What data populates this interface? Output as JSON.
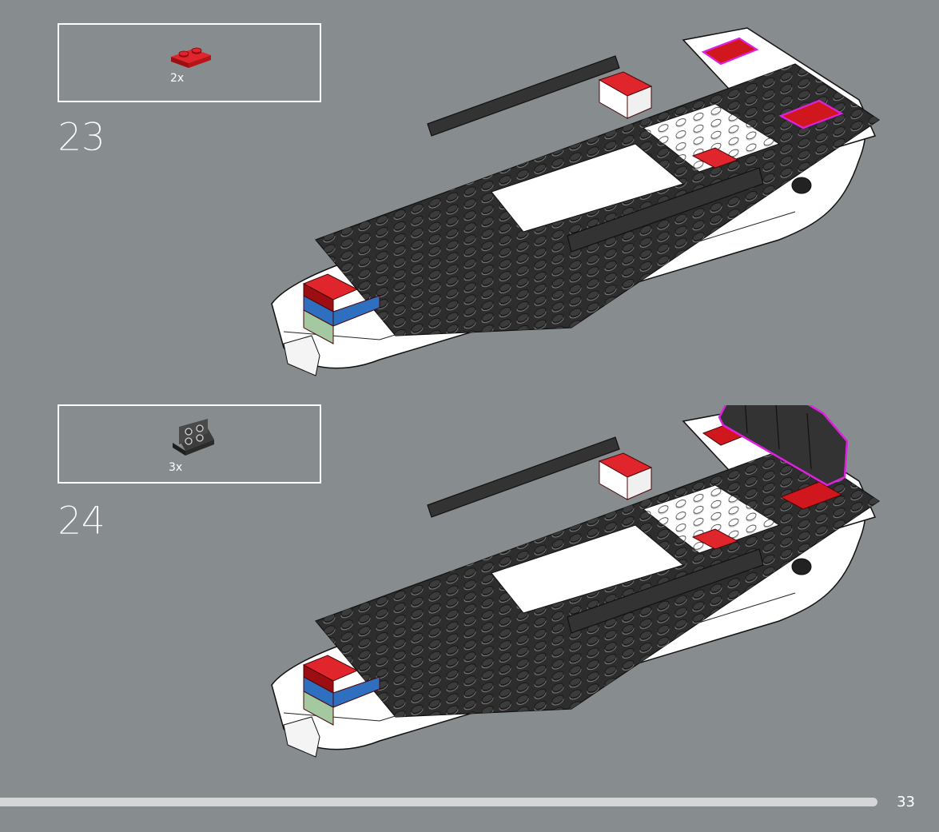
{
  "steps": [
    {
      "number": "23",
      "parts": [
        {
          "name": "red-plate-1x2",
          "quantity": "2x",
          "color": "#c8141b"
        }
      ]
    },
    {
      "number": "24",
      "parts": [
        {
          "name": "dark-grey-bracket-1x2-2x2",
          "quantity": "3x",
          "color": "#3a3a3a"
        }
      ]
    }
  ],
  "colors": {
    "background": "#878c8f",
    "highlight": "#e020e0",
    "brick_black": "#2b2b2b",
    "brick_red": "#c8141b",
    "hull_white": "#ffffff"
  },
  "page": {
    "number": "33"
  },
  "progress": 0.93
}
